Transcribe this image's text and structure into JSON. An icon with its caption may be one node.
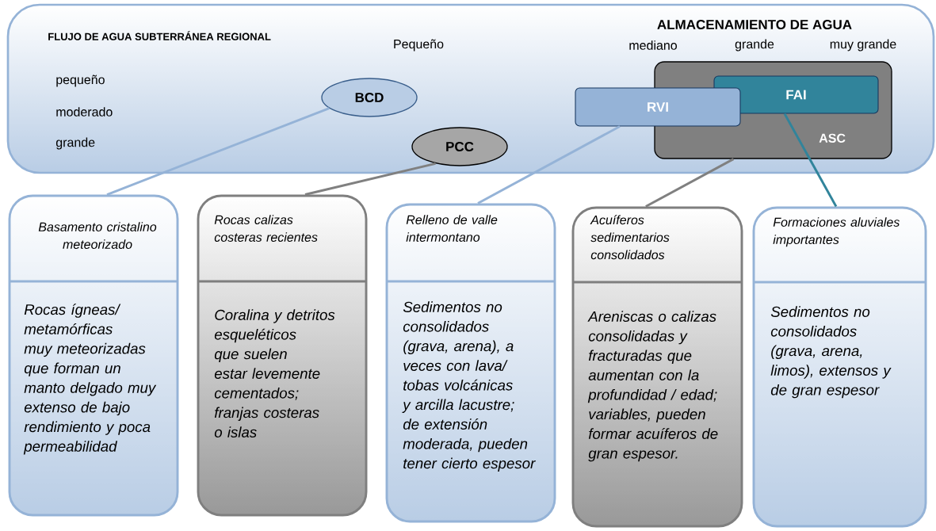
{
  "diagram": {
    "nodes": [
      {
        "text": [
          "FLUJO DE AGUA SUBTERRÁNEA REGIONAL",
          "ALMACENAMIENTO DE AGUA"
        ]
      },
      {
        "text": [
          "BCD"
        ],
        "in": 0
      },
      {
        "text": [
          "PCC"
        ],
        "in": 0
      },
      {
        "text": [
          "ASC"
        ],
        "in": 0
      },
      {
        "text": [
          "RVI"
        ],
        "in": 0
      },
      {
        "text": [
          "FAI"
        ],
        "in": 3
      },
      {
        "text": [
          "Basamento cristalino meteorizado",
          "Rocas ígneas/ metamórficas muy meteorizadas que forman un manto delgado muy extenso de bajo rendimiento y poca permeabilidad"
        ]
      },
      {
        "text": [
          "Rocas calizas costeras recientes",
          "Coralina y detritos esqueléticos que suelen estar levemente cementados; franjas costeras o islas"
        ]
      },
      {
        "text": [
          "Relleno de valle intermontano",
          "Sedimentos no consolidados (grava, arena), a veces con lava/ tobas volcánicas y arcilla lacustre; de extensión moderada, pueden tener cierto espesor"
        ]
      },
      {
        "text": [
          "Acuíferos sedimentarios consolidados",
          "Areniscas o calizas consolidadas y fracturadas que aumentan con la profundidad / edad; variables, pueden formar acuíferos de gran espesor."
        ]
      },
      {
        "text": [
          "Formaciones aluviales importantes",
          "Sedimentos no consolidados (grava, arena, limos), extensos y de gran espesor"
        ]
      }
    ],
    "edges": [
      {
        "from": 1,
        "to": 6,
        "arrow": "none",
        "color": "#95b3d7"
      },
      {
        "from": 2,
        "to": 7,
        "arrow": "none",
        "color": "#808080"
      },
      {
        "from": 4,
        "to": 8,
        "arrow": "none",
        "color": "#95b3d7"
      },
      {
        "from": 3,
        "to": 9,
        "arrow": "none",
        "color": "#808080"
      },
      {
        "from": 5,
        "to": 10,
        "arrow": "none",
        "color": "#31849b"
      }
    ],
    "labels": [
      "Pequeño",
      "mediano",
      "grande",
      "muy grande",
      "pequeño",
      "moderado",
      "grande"
    ]
  }
}
